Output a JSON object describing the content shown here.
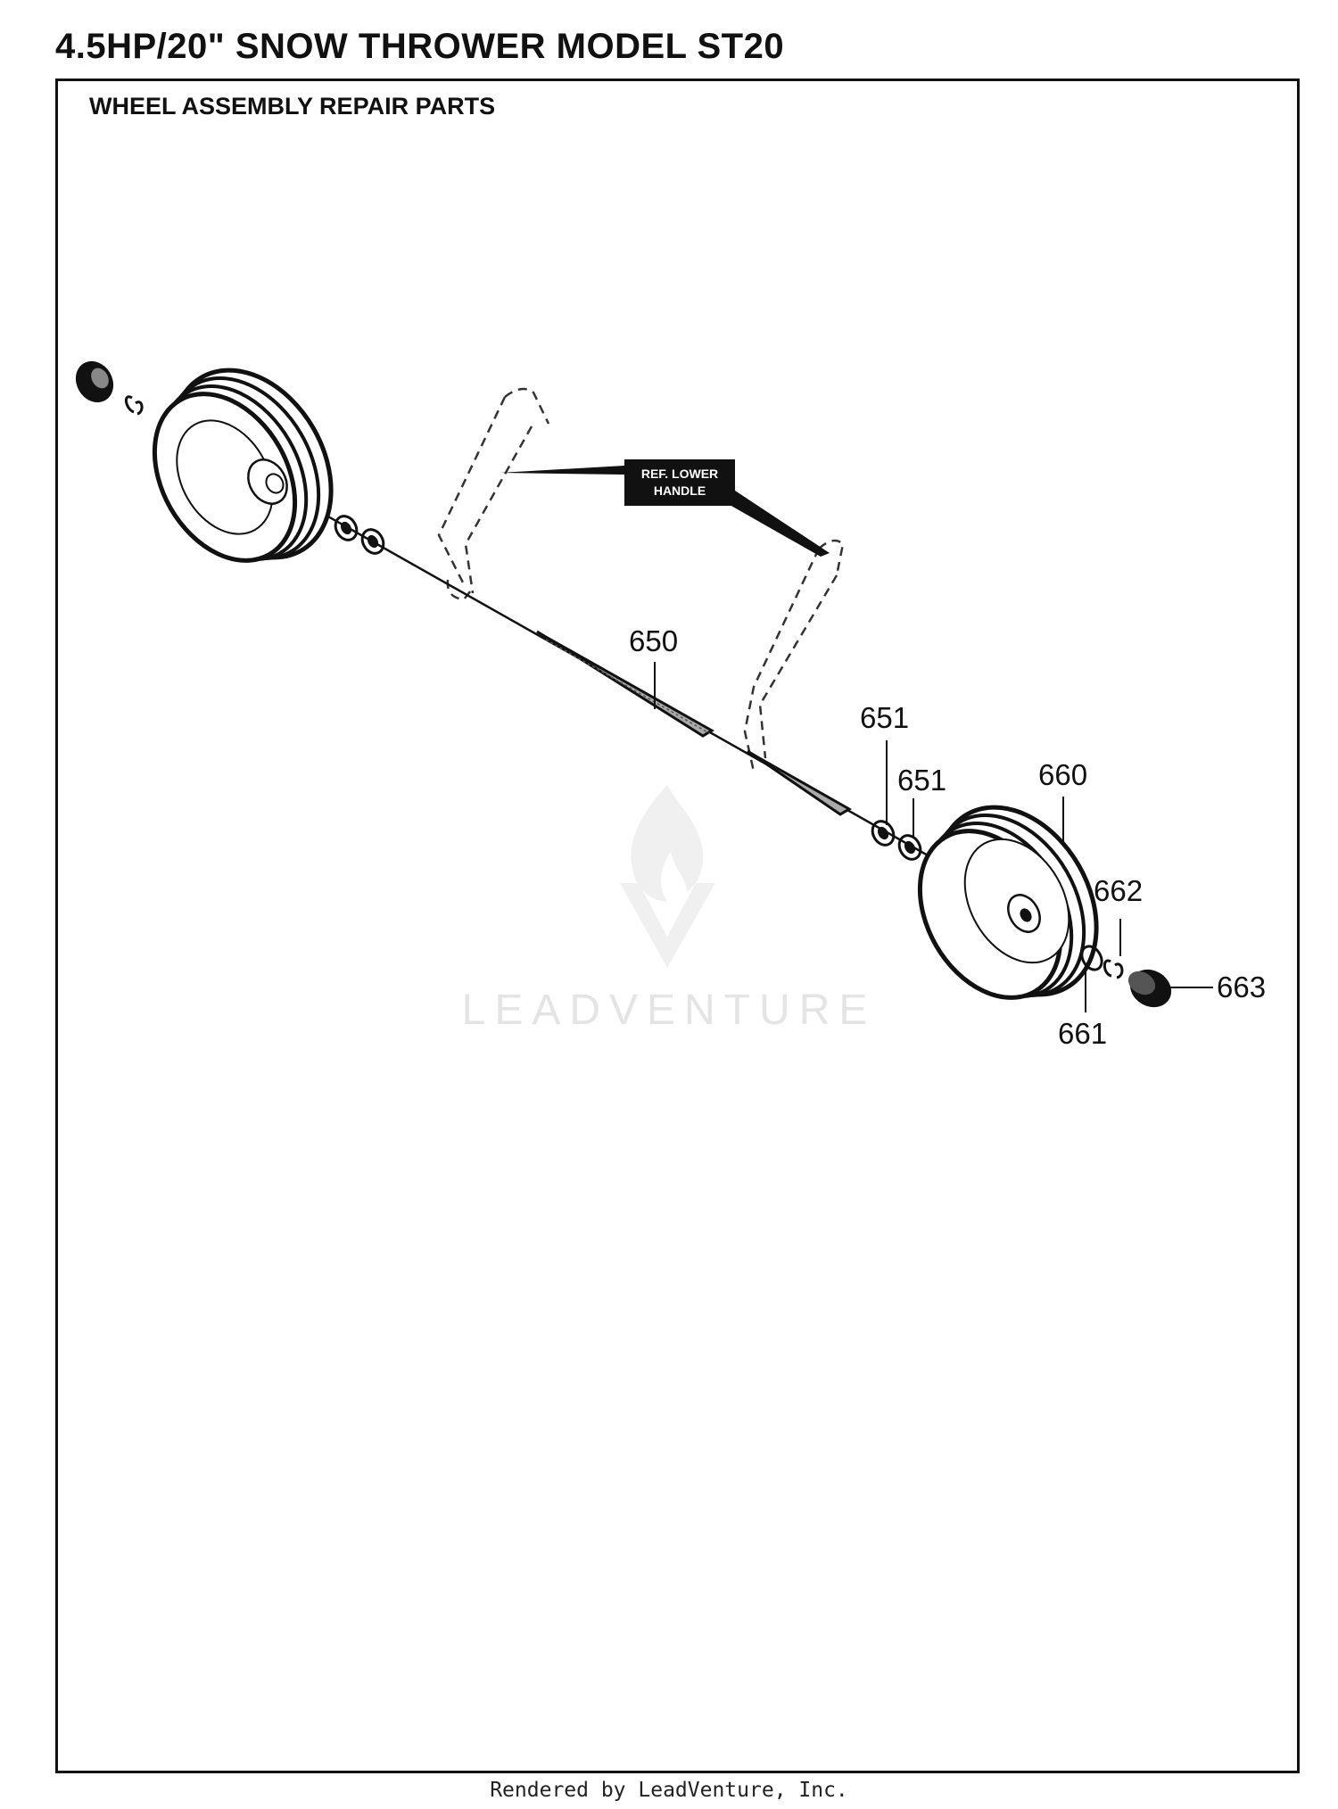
{
  "page": {
    "title": "4.5HP/20\" SNOW THROWER MODEL ST20",
    "section_title": "WHEEL ASSEMBLY REPAIR PARTS",
    "footer": "Rendered by LeadVenture, Inc."
  },
  "callout": {
    "line1": "REF. LOWER",
    "line2": "HANDLE"
  },
  "watermark": {
    "text": "LEADVENTURE"
  },
  "parts": {
    "p650": "650",
    "p651a": "651",
    "p651b": "651",
    "p660": "660",
    "p662": "662",
    "p663": "663",
    "p661": "661"
  }
}
